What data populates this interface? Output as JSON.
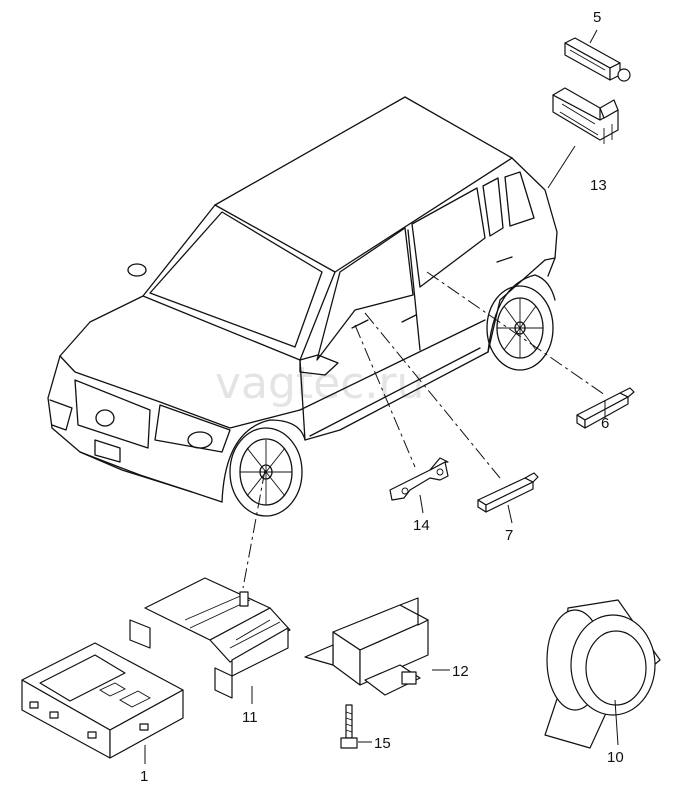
{
  "watermark": "vagtec.ru",
  "part_numbers": {
    "p1": "1",
    "p5": "5",
    "p6": "6",
    "p7": "7",
    "p10": "10",
    "p11": "11",
    "p12": "12",
    "p13": "13",
    "p14": "14",
    "p15": "15"
  }
}
